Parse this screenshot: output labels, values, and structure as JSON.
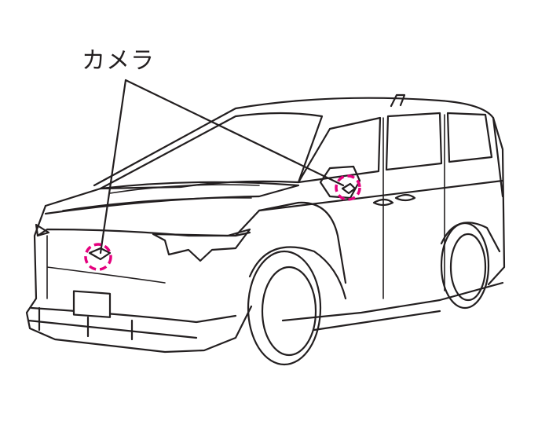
{
  "callout": {
    "label": "カメラ",
    "targets": [
      "front-camera",
      "side-mirror-camera"
    ]
  },
  "colors": {
    "line": "#231f20",
    "highlight": "#e5007e",
    "background": "#ffffff"
  }
}
